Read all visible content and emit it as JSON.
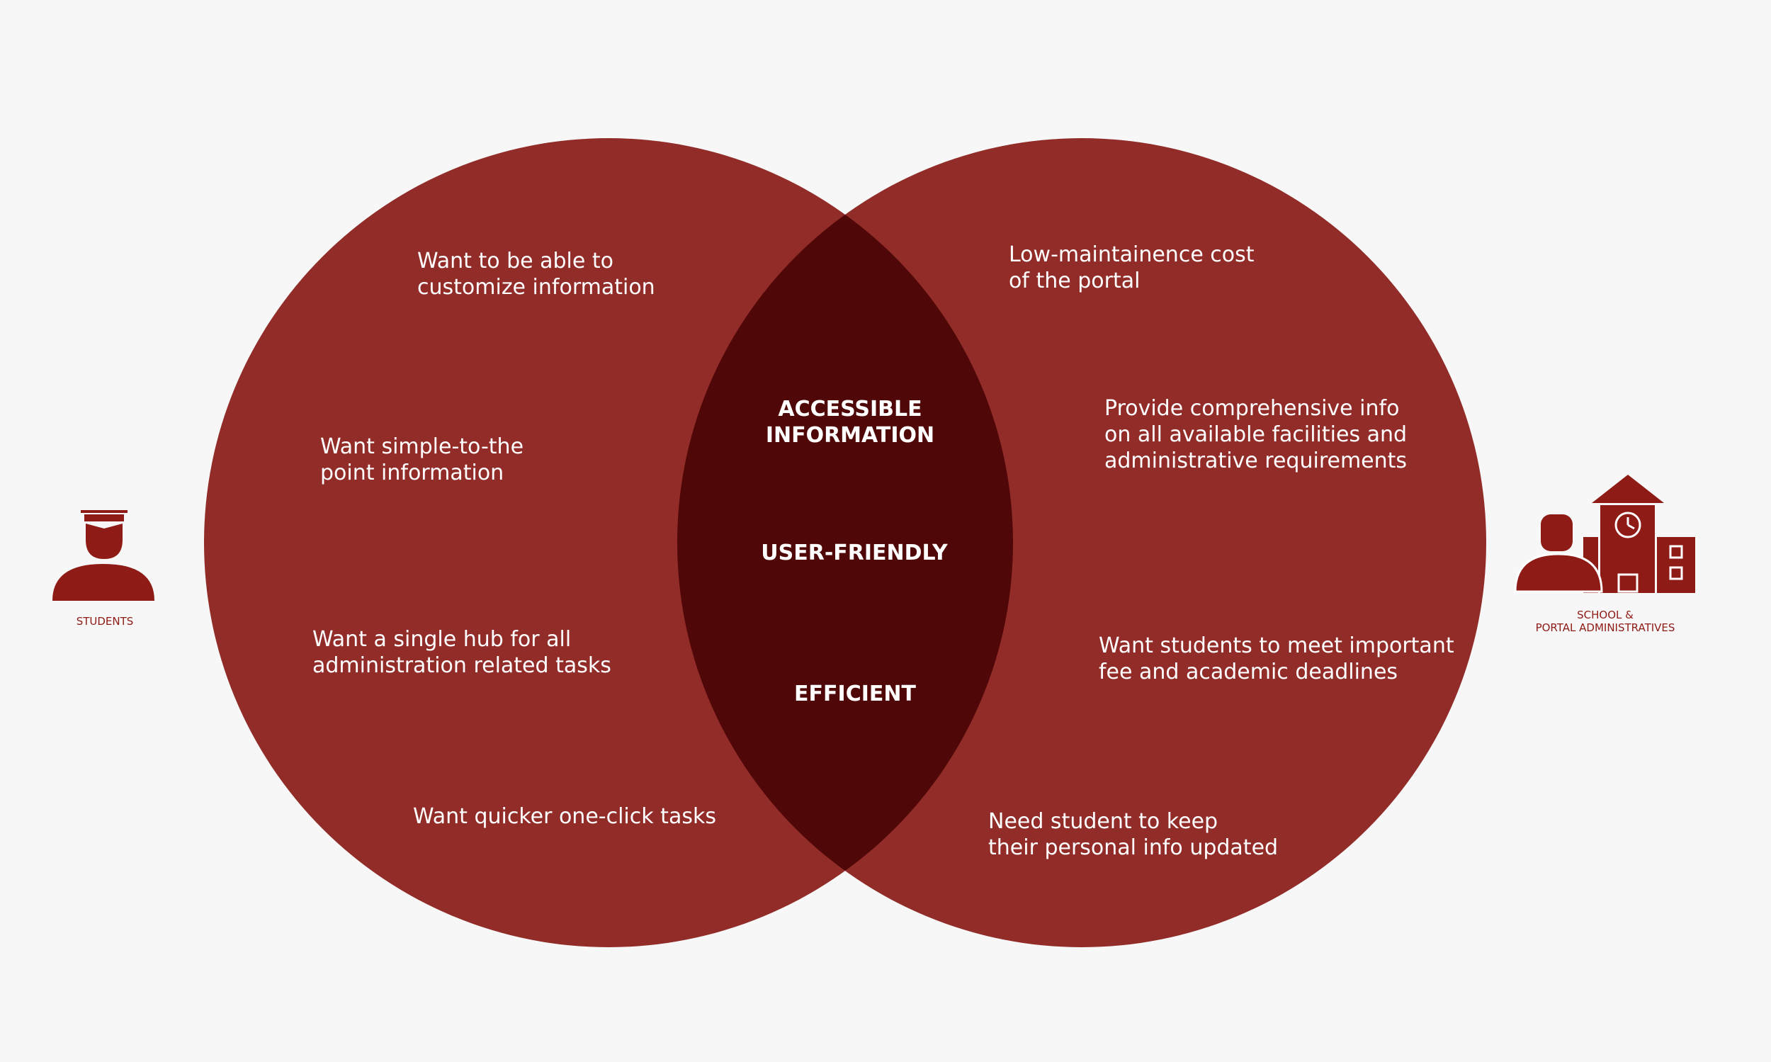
{
  "colors": {
    "background": "#f7f7f7",
    "circle": "#922c29",
    "overlap": "#500707",
    "icon": "#8e1b16",
    "text": "#ffffff"
  },
  "students": {
    "icon": "student-graduate-icon",
    "label": "STUDENTS",
    "points": [
      "Want to be able to\ncustomize information",
      "Want simple-to-the\npoint information",
      "Want a single hub for all\nadministration related tasks",
      "Want quicker one-click tasks"
    ]
  },
  "shared": {
    "points": [
      "ACCESSIBLE\nINFORMATION",
      "USER-FRIENDLY",
      "EFFICIENT"
    ]
  },
  "admins": {
    "icon": "school-admin-icon",
    "label": "SCHOOL &\nPORTAL ADMINISTRATIVES",
    "points": [
      "Low-maintainence cost\nof the portal",
      "Provide comprehensive  info\non all available facilities and\nadministrative requirements",
      "Want students to meet important\nfee and academic deadlines",
      "Need student to  keep\ntheir personal info updated"
    ]
  }
}
